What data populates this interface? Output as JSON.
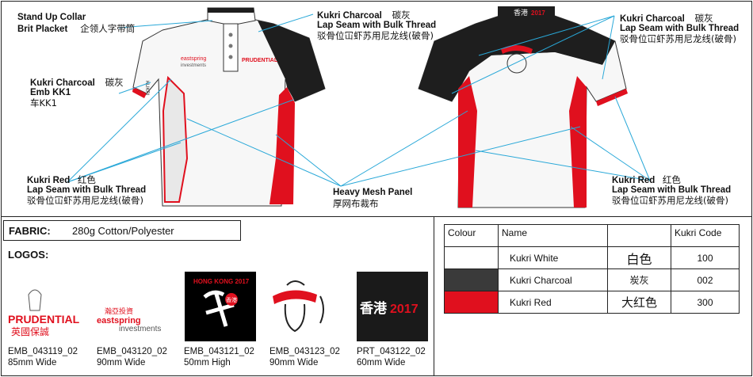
{
  "callouts": {
    "collar": {
      "line1": "Stand Up Collar",
      "line2": "Brit Placket",
      "cn": "企领人字带筒"
    },
    "charcoal_front": {
      "line1": "Kukri Charcoal",
      "cn1": "碳灰",
      "line2": "Lap Seam with Bulk Thread",
      "cn2": "驳骨位冚虾苏用尼龙线(破骨)"
    },
    "charcoal_back": {
      "line1": "Kukri Charcoal",
      "cn1": "碳灰",
      "line2": "Lap Seam with Bulk Thread",
      "cn2": "驳骨位冚虾苏用尼龙线(破骨)"
    },
    "charcoal_emb": {
      "line1": "Kukri Charcoal",
      "cn1": "碳灰",
      "line2": "Emb KK1",
      "cn2": "车KK1"
    },
    "red_front": {
      "line1": "Kukri Red",
      "cn1": "红色",
      "line2": "Lap Seam with Bulk Thread",
      "cn2": "驳骨位冚虾苏用尼龙线(破骨)"
    },
    "red_back": {
      "line1": "Kukri Red",
      "cn1": "红色",
      "line2": "Lap Seam with Bulk Thread",
      "cn2": "驳骨位冚虾苏用尼龙线(破骨)"
    },
    "mesh": {
      "line1": "Heavy Mesh Panel",
      "cn": "厚网布裁布"
    }
  },
  "fabric": {
    "label": "FABRIC:",
    "value": "280g Cotton/Polyester"
  },
  "logos": {
    "title": "LOGOS:",
    "items": [
      {
        "code": "EMB_043119_02",
        "size": "85mm Wide",
        "brand": "PRUDENTIAL",
        "brand_cn": "英國保誠"
      },
      {
        "code": "EMB_043120_02",
        "size": "90mm Wide",
        "brand": "eastspring",
        "brand2": "investments",
        "brand_cn": "瀚亞投資"
      },
      {
        "code": "EMB_043121_02",
        "size": "50mm High",
        "brand": "HONG KONG 2017",
        "brand_cn": "香港"
      },
      {
        "code": "EMB_043123_02",
        "size": "90mm Wide"
      },
      {
        "code": "PRT_043122_02",
        "size": "60mm Wide",
        "brand_cn": "香港",
        "brand": "2017"
      }
    ]
  },
  "colour_table": {
    "headers": {
      "colour": "Colour",
      "name": "Name",
      "code": "Kukri Code"
    },
    "rows": [
      {
        "swatch": "#ffffff",
        "name": "Kukri White",
        "cn": "白色",
        "code": "100"
      },
      {
        "swatch": "#3a3a3a",
        "name": "Kukri Charcoal",
        "cn": "炭灰",
        "code": "002"
      },
      {
        "swatch": "#e0101e",
        "name": "Kukri Red",
        "cn": "大红色",
        "code": "300"
      }
    ]
  },
  "colors": {
    "charcoal": "#1e1e1e",
    "red": "#e0101e",
    "leader": "#29a8d8"
  }
}
